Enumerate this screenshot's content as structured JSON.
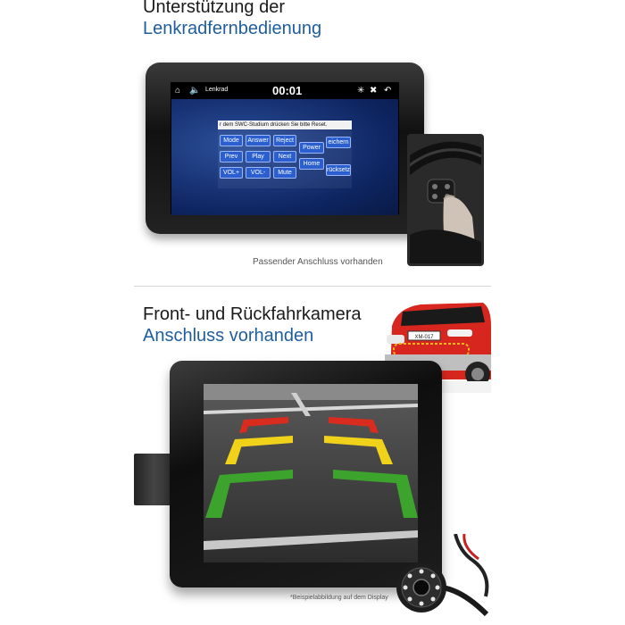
{
  "section1": {
    "heading_line1": "Unterstützung der",
    "heading_line2": "Lenkradfernbedienung",
    "caption": "Passender Anschluss vorhanden",
    "screen": {
      "status_label": "Lenkrad",
      "time": "00:01",
      "swc_header": "r dem SWC-Studium drücken Sie bitte Reset.",
      "buttons": {
        "mode": "Mode",
        "answer": "Answer",
        "reject": "Reject",
        "power": "Power",
        "speichern": "eichern",
        "prev": "Prev",
        "play": "Play",
        "next": "Next",
        "home": "Home",
        "ruecksetzen": "rücksetz",
        "vol_plus": "VOL+",
        "vol_minus": "VOL-",
        "mute": "Mute"
      },
      "icons": [
        "home-icon",
        "speaker-icon",
        "brightness-icon",
        "settings-icon",
        "back-icon"
      ]
    }
  },
  "section2": {
    "heading_line1": "Front- und Rückfahrkamera",
    "heading_line2": "Anschluss vorhanden",
    "plate": "XM-017",
    "caption": "*Beispielabbildung auf dem Display"
  },
  "colors": {
    "heading_dark": "#1a1a1a",
    "heading_blue": "#1f5e9c",
    "guide_red": "#d92b1e",
    "guide_yellow": "#f0d21a",
    "guide_green": "#3ca42c",
    "car_red": "#d7261e",
    "swc_button": "#2b5fcf"
  }
}
